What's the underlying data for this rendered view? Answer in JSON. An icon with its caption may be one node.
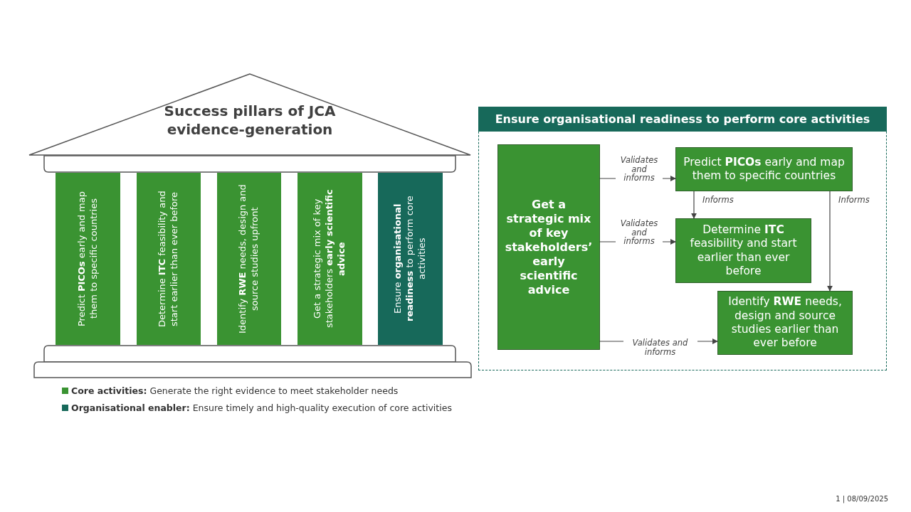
{
  "diagram": {
    "nodes": [
      {
        "text": [
          "Success pillars of JCA evidence-generation"
        ]
      },
      {
        "text": [
          "Predict **PICOs** early and map them to specific countries"
        ]
      },
      {
        "text": [
          "Determine **ITC** feasibility and start earlier than ever before"
        ]
      },
      {
        "text": [
          "Identify **RWE** needs, design and source studies upfront"
        ]
      },
      {
        "text": [
          "Get a strategic mix of key stakeholders **early scientific advice**"
        ]
      },
      {
        "text": [
          "Ensure **organisational readiness** to perform core activities"
        ]
      },
      {
        "text": [
          "Ensure organisational readiness to perform core activities"
        ]
      },
      {
        "text": [
          "Get a strategic mix of key stakeholders’ early scientific advice"
        ],
        "in": 6
      },
      {
        "text": [
          "Predict **PICOs** early and map them to specific countries"
        ],
        "in": 6
      },
      {
        "text": [
          "Determine **ITC** feasibility and start earlier than ever before"
        ],
        "in": 6
      },
      {
        "text": [
          "Identify **RWE** needs, design and source studies earlier than ever before"
        ],
        "in": 6
      }
    ],
    "edges": [
      {
        "from": 7,
        "to": 8,
        "arrow": "to",
        "label": "Validates and informs"
      },
      {
        "from": 7,
        "to": 9,
        "arrow": "to",
        "label": "Validates and informs"
      },
      {
        "from": 7,
        "to": 10,
        "arrow": "to",
        "label": "Validates and informs"
      },
      {
        "from": 8,
        "to": 9,
        "arrow": "to",
        "label": "Informs"
      },
      {
        "from": 8,
        "to": 10,
        "arrow": "to",
        "label": "Informs"
      }
    ],
    "labels": [
      "1 | 08/09/2025"
    ],
    "legend": [
      {
        "text": "**Core activities:** Generate the right evidence to meet stakeholder needs",
        "color": "#3a9332"
      },
      {
        "text": "**Organisational enabler:** Ensure timely and high-quality execution of core activities",
        "color": "#17695a"
      }
    ]
  }
}
